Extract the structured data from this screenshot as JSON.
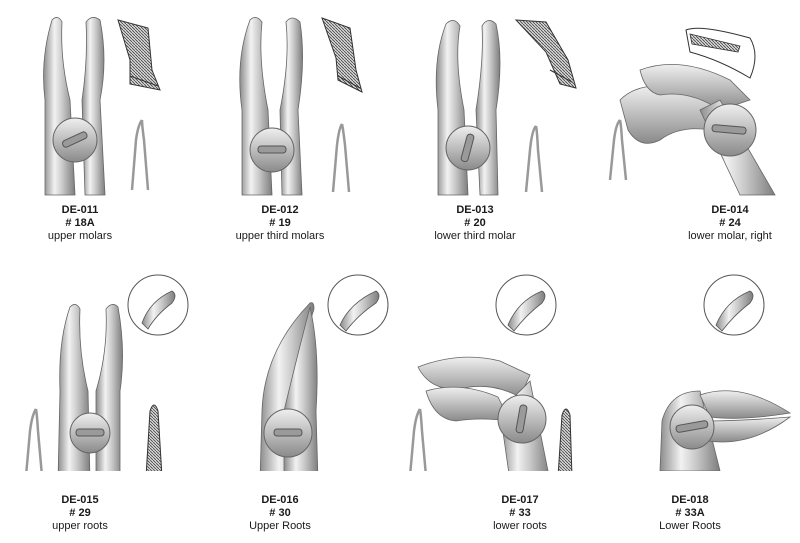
{
  "products": [
    {
      "code": "DE-011",
      "number": "# 18A",
      "description": "upper molars",
      "inset_icon": "beak-tip-cross-section-icon"
    },
    {
      "code": "DE-012",
      "number": "# 19",
      "description": "upper third molars",
      "inset_icon": "beak-tip-cross-section-icon"
    },
    {
      "code": "DE-013",
      "number": "# 20",
      "description": "lower third molar",
      "inset_icon": "beak-tip-cross-section-icon"
    },
    {
      "code": "DE-014",
      "number": "#  24",
      "description": "lower molar, right",
      "inset_icon": "beak-tip-cross-section-icon"
    },
    {
      "code": "DE-015",
      "number": "# 29",
      "description": "upper roots",
      "inset_icon": "beak-tip-circle-detail-icon"
    },
    {
      "code": "DE-016",
      "number": "# 30",
      "description": "Upper Roots",
      "inset_icon": "beak-tip-circle-detail-icon"
    },
    {
      "code": "DE-017",
      "number": "# 33",
      "description": "lower roots",
      "inset_icon": "beak-tip-circle-detail-icon"
    },
    {
      "code": "DE-018",
      "number": "# 33A",
      "description": "Lower Roots",
      "inset_icon": "beak-tip-circle-detail-icon"
    }
  ],
  "colors": {
    "steel_light": "#e6e6e6",
    "steel_mid": "#b8b8b8",
    "steel_dark": "#7a7a7a",
    "outline": "#555555"
  }
}
